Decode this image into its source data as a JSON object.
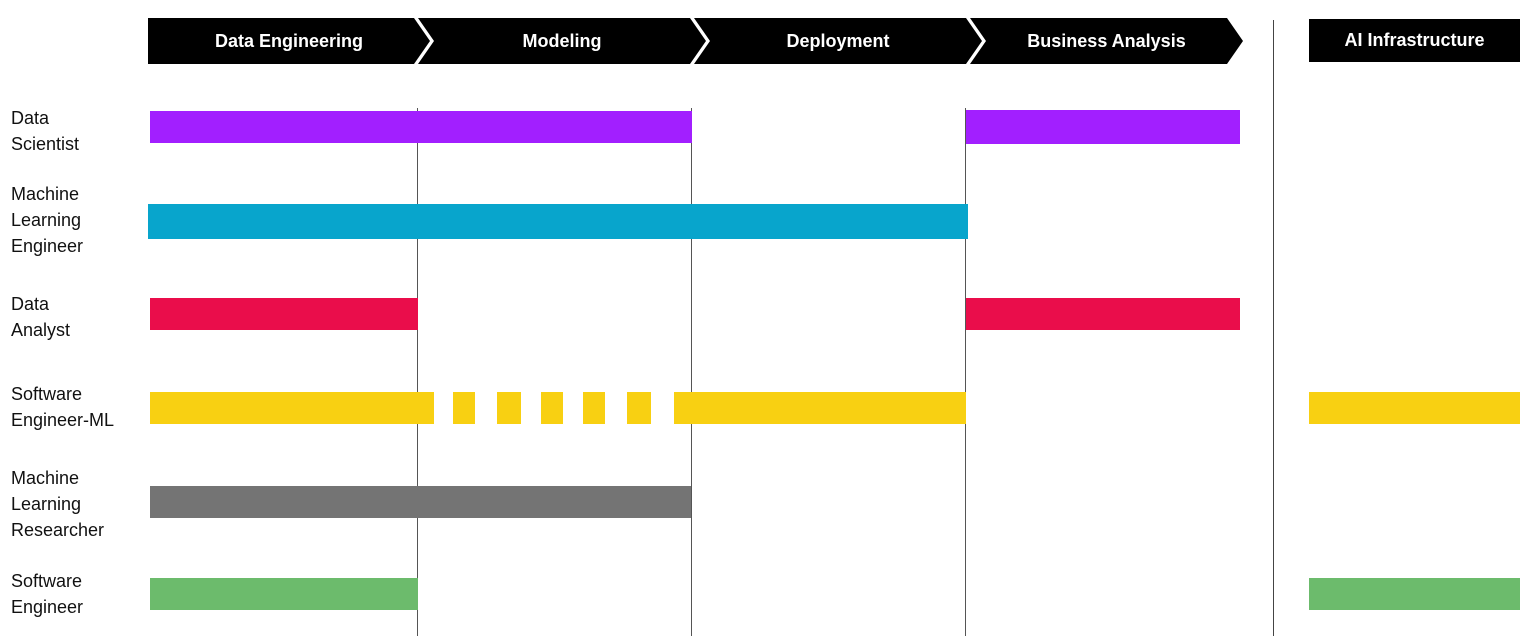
{
  "stages": [
    {
      "label": "Data Engineering"
    },
    {
      "label": "Modeling"
    },
    {
      "label": "Deployment"
    },
    {
      "label": "Business Analysis"
    }
  ],
  "infra_label": "AI Infrastructure",
  "colors": {
    "data_scientist": "#a21fff",
    "ml_engineer": "#08a5cc",
    "data_analyst": "#ea0d4b",
    "software_engineer_ml": "#f8d012",
    "ml_researcher": "#747474",
    "software_engineer": "#6cbb6c"
  },
  "roles": [
    {
      "line1": "Data",
      "line2": "Scientist",
      "line3": ""
    },
    {
      "line1": "Machine",
      "line2": "Learning",
      "line3": "Engineer"
    },
    {
      "line1": "Data",
      "line2": "Analyst",
      "line3": ""
    },
    {
      "line1": "Software",
      "line2": "Engineer-ML",
      "line3": ""
    },
    {
      "line1": "Machine",
      "line2": "Learning",
      "line3": "Researcher"
    },
    {
      "line1": "Software",
      "line2": "Engineer",
      "line3": ""
    }
  ]
}
